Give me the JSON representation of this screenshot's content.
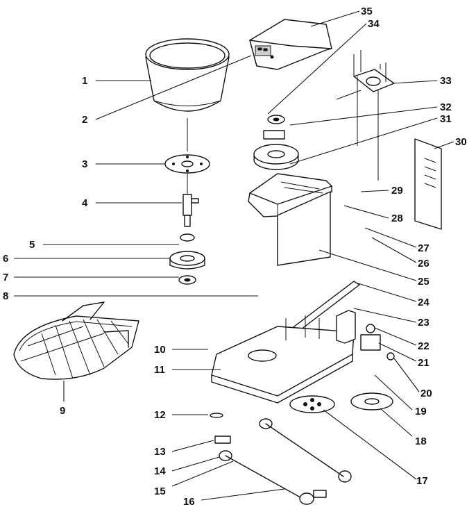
{
  "callouts": [
    {
      "id": "1",
      "label": "1"
    },
    {
      "id": "2",
      "label": "2"
    },
    {
      "id": "3",
      "label": "3"
    },
    {
      "id": "4",
      "label": "4"
    },
    {
      "id": "5",
      "label": "5"
    },
    {
      "id": "6",
      "label": "6"
    },
    {
      "id": "7",
      "label": "7"
    },
    {
      "id": "8",
      "label": "8"
    },
    {
      "id": "9",
      "label": "9"
    },
    {
      "id": "10",
      "label": "10"
    },
    {
      "id": "11",
      "label": "11"
    },
    {
      "id": "12",
      "label": "12"
    },
    {
      "id": "13",
      "label": "13"
    },
    {
      "id": "14",
      "label": "14"
    },
    {
      "id": "15",
      "label": "15"
    },
    {
      "id": "16",
      "label": "16"
    },
    {
      "id": "17",
      "label": "17"
    },
    {
      "id": "18",
      "label": "18"
    },
    {
      "id": "19",
      "label": "19"
    },
    {
      "id": "20",
      "label": "20"
    },
    {
      "id": "21",
      "label": "21"
    },
    {
      "id": "22",
      "label": "22"
    },
    {
      "id": "23",
      "label": "23"
    },
    {
      "id": "24",
      "label": "24"
    },
    {
      "id": "25",
      "label": "25"
    },
    {
      "id": "26",
      "label": "26"
    },
    {
      "id": "27",
      "label": "27"
    },
    {
      "id": "28",
      "label": "28"
    },
    {
      "id": "29",
      "label": "29"
    },
    {
      "id": "30",
      "label": "30"
    },
    {
      "id": "31",
      "label": "31"
    },
    {
      "id": "32",
      "label": "32"
    },
    {
      "id": "33",
      "label": "33"
    },
    {
      "id": "34",
      "label": "34"
    },
    {
      "id": "35",
      "label": "35"
    }
  ]
}
